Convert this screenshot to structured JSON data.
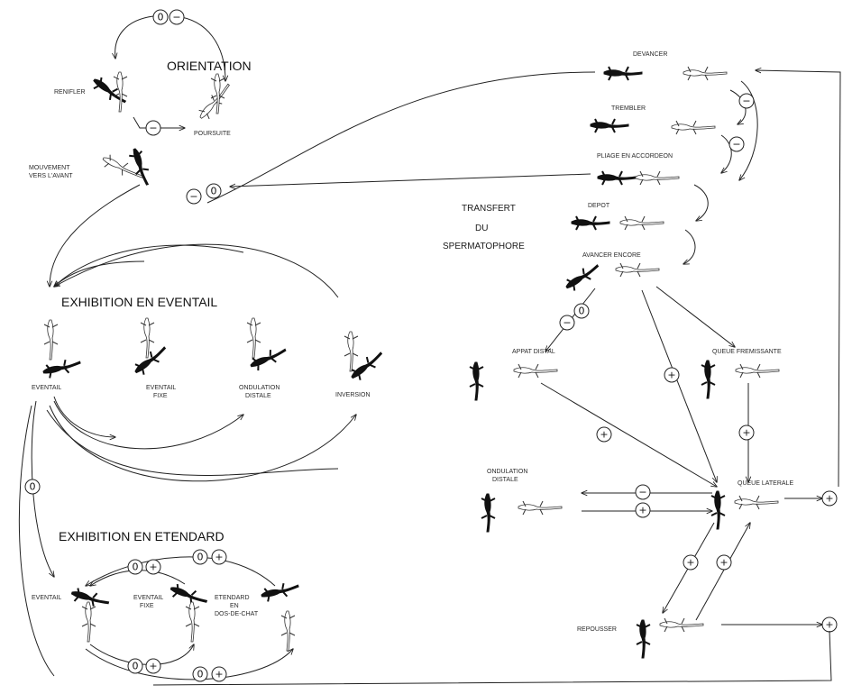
{
  "sections": {
    "orientation": "ORIENTATION",
    "fan_display": "EXHIBITION EN EVENTAIL",
    "standard_display": "EXHIBITION EN ETENDARD",
    "transfer_line1": "TRANSFERT",
    "transfer_line2": "DU",
    "transfer_line3": "SPERMATOPHORE"
  },
  "labels": {
    "renifler": "RENIFLER",
    "poursuite": "POURSUITE",
    "mouvement_line1": "MOUVEMENT",
    "mouvement_line2": "VERS L'AVANT",
    "eventail": "EVENTAIL",
    "eventail_fixe_line1": "EVENTAIL",
    "eventail_fixe_line2": "FIXE",
    "ondulation_line1": "ONDULATION",
    "ondulation_line2": "DISTALE",
    "inversion": "INVERSION",
    "eventail2": "EVENTAIL",
    "eventail_fixe2_line1": "EVENTAIL",
    "eventail_fixe2_line2": "FIXE",
    "etendard_line1": "ETENDARD",
    "etendard_line2": "EN",
    "etendard_line3": "DOS-DE-CHAT",
    "devancer": "DEVANCER",
    "trembler": "TREMBLER",
    "pliage": "PLIAGE EN ACCORDEON",
    "depot": "DEPOT",
    "avancer_encore": "AVANCER ENCORE",
    "appat_distal": "APPAT DISTAL",
    "queue_fremissante": "QUEUE FREMISSANTE",
    "ondulation_distale_r_line1": "ONDULATION",
    "ondulation_distale_r_line2": "DISTALE",
    "queue_laterale": "QUEUE LATERALE",
    "repousser": "REPOUSSER"
  },
  "symbols": {
    "zero": "0",
    "minus": "−",
    "plus": "+"
  }
}
